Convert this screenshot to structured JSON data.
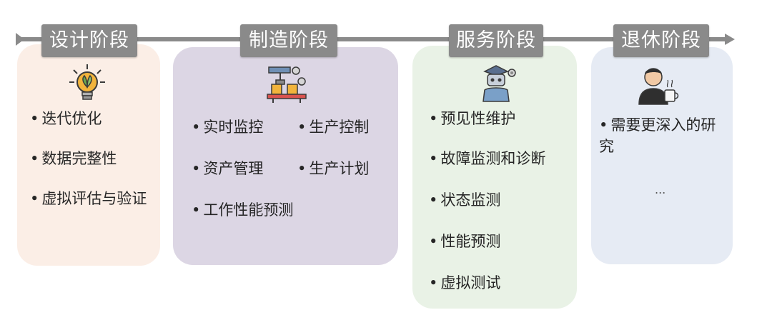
{
  "stages": [
    {
      "title": "设计阶段",
      "icon": "lightbulb-plant-icon",
      "items": [
        "迭代优化",
        "数据完整性",
        "虚拟评估与验证"
      ]
    },
    {
      "title": "制造阶段",
      "icon": "factory-robot-arm-icon",
      "items": [
        "实时监控",
        "生产控制",
        "资产管理",
        "生产计划",
        "工作性能预测"
      ]
    },
    {
      "title": "服务阶段",
      "icon": "robot-engineer-icon",
      "items": [
        "预见性维护",
        "故障监测和诊断",
        "状态监测",
        "性能预测",
        "虚拟测试"
      ]
    },
    {
      "title": "退休阶段",
      "icon": "retired-person-coffee-icon",
      "items": [
        "需要更深入的研究"
      ],
      "more": "..."
    }
  ],
  "bullet": "•",
  "colors": {
    "timeline": "#8a8a8a",
    "label_bg": "#8a8a8a",
    "design_bg": "#fbeee6",
    "manufacturing_bg": "#dcd6e4",
    "service_bg": "#e9f2e6",
    "retirement_bg": "#e6ebf4"
  }
}
